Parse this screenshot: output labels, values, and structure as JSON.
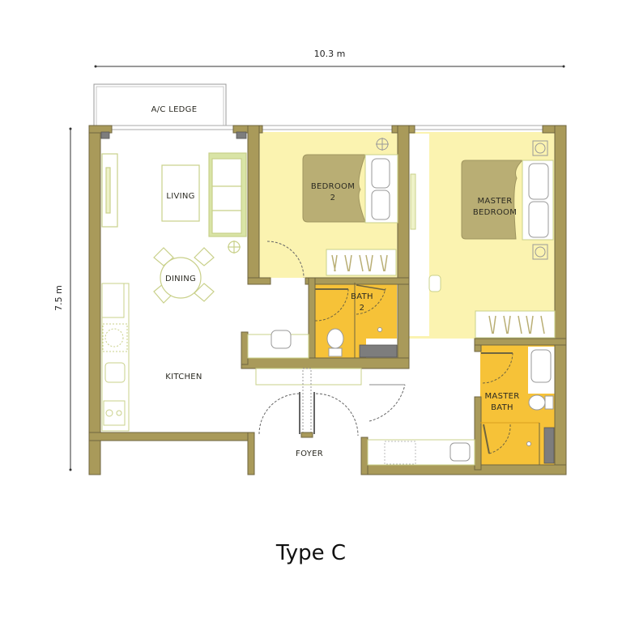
{
  "plan": {
    "title": "Type C",
    "dimensions": {
      "width": "10.3 m",
      "height": "7.5 m"
    },
    "rooms": {
      "ac_ledge": "A/C LEDGE",
      "living": "LIVING",
      "dining": "DINING",
      "kitchen": "KITCHEN",
      "bedroom2_line1": "BEDROOM",
      "bedroom2_line2": "2",
      "master_bedroom_line1": "MASTER",
      "master_bedroom_line2": "BEDROOM",
      "bath2_line1": "BATH",
      "bath2_line2": "2",
      "master_bath_line1": "MASTER",
      "master_bath_line2": "BATH",
      "foyer": "FOYER"
    },
    "colors": {
      "wall": "#a99a5a",
      "wall_dark": "#6f6540",
      "bedroom_fill": "#fbf3b0",
      "bath_fill": "#f6c238",
      "bed_fill": "#b9ae74",
      "column": "#7d7d7d",
      "furniture_line": "#c9d08a"
    }
  }
}
